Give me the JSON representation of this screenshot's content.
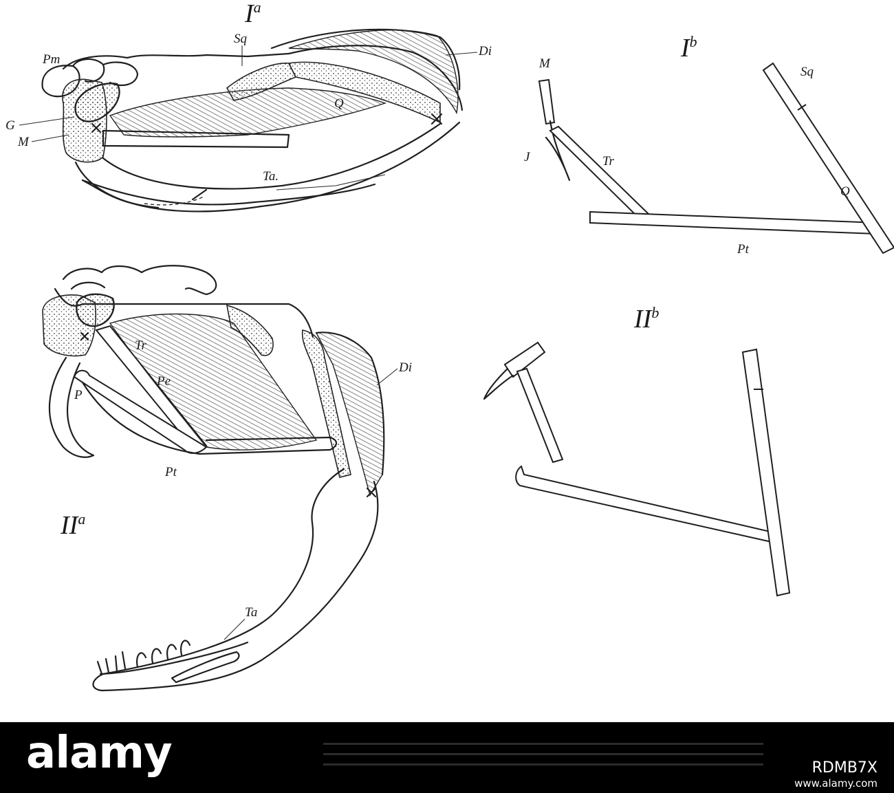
{
  "figure": {
    "Ia": {
      "title_main": "I",
      "title_sup": "a",
      "labels": {
        "pm": "Pm",
        "g": "G",
        "m": "M",
        "sq": "Sq",
        "di": "Di",
        "q": "Q",
        "ta": "Ta."
      }
    },
    "Ib": {
      "title_main": "I",
      "title_sup": "b",
      "labels": {
        "m": "M",
        "j": "J",
        "tr": "Tr",
        "sq": "Sq",
        "q": "Q",
        "pt": "Pt"
      }
    },
    "IIa": {
      "title_main": "II",
      "title_sup": "a",
      "labels": {
        "tr": "Tr",
        "pe": "Pe",
        "p": "P",
        "di": "Di",
        "pt": "Pt",
        "ta": "Ta"
      }
    },
    "IIb": {
      "title_main": "II",
      "title_sup": "b"
    }
  },
  "footer": {
    "brand": "alamy",
    "stock_id": "RDMB7X",
    "site": "www.alamy.com"
  }
}
